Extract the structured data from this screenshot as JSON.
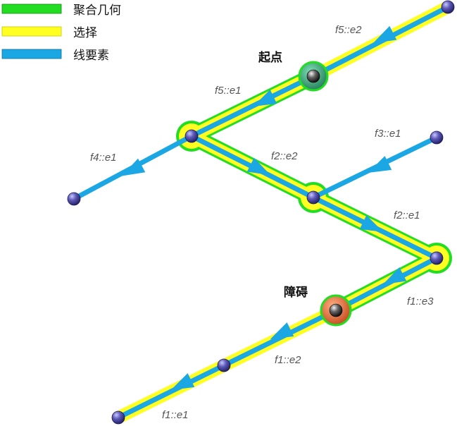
{
  "legend": {
    "items": [
      {
        "label": "聚合几何",
        "color": "#22dd22"
      },
      {
        "label": "选择",
        "color": "#ffff22"
      },
      {
        "label": "线要素",
        "color": "#1aa7e3"
      }
    ]
  },
  "nodes": {
    "start_label": "起点",
    "barrier_label": "障碍"
  },
  "edges": [
    {
      "id": "f5_e2",
      "label": "f5::e2"
    },
    {
      "id": "f5_e1",
      "label": "f5::e1"
    },
    {
      "id": "f4_e1",
      "label": "f4::e1"
    },
    {
      "id": "f2_e2",
      "label": "f2::e2"
    },
    {
      "id": "f3_e1",
      "label": "f3::e1"
    },
    {
      "id": "f2_e1",
      "label": "f2::e1"
    },
    {
      "id": "f1_e3",
      "label": "f1::e3"
    },
    {
      "id": "f1_e2",
      "label": "f1::e2"
    },
    {
      "id": "f1_e1",
      "label": "f1::e1"
    }
  ],
  "colors": {
    "aggregate": "#22dd22",
    "selection": "#ffff22",
    "line": "#1aa7e3",
    "vertex": "#3d3aa0",
    "start": "#2a9a6a",
    "barrier": "#e06a3c"
  }
}
